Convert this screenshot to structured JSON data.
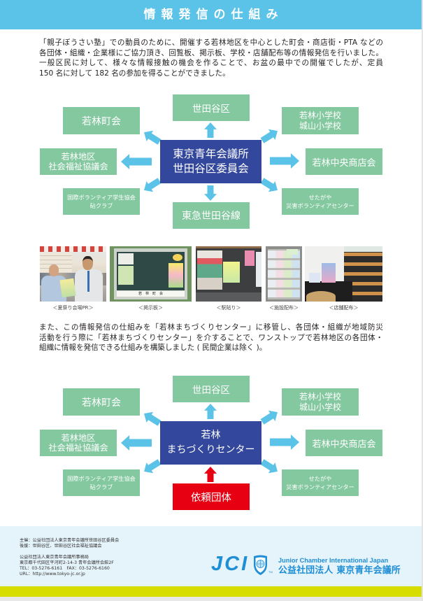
{
  "header": {
    "title": "情報発信の仕組み"
  },
  "intro": {
    "lines": [
      "「親子ぼうさい塾」での動員のために、開催する若林地区を中心とした町会・商店街・PTA などの",
      "各団体・組織・企業様にご協力頂き、回覧板、掲示板、学校・店舗配布等の情報発信を行いました。",
      "一般区民に対して、様々な情報接触の機会を作ることで、お盆の最中での開催でしたが、定員",
      "150 名に対して 182 名の参加を得ることができました。"
    ]
  },
  "diagram_before": {
    "hub": {
      "lines": [
        "東京青年会議所",
        "世田谷区委員会"
      ]
    },
    "nodes": {
      "top": {
        "lines": [
          "世田谷区"
        ]
      },
      "upper_left": {
        "lines": [
          "若林町会"
        ]
      },
      "middle_left": {
        "lines": [
          "若林地区",
          "社会福祉協議会"
        ]
      },
      "lower_left": {
        "lines": [
          "国際ボランティア学生協会",
          "砧クラブ"
        ]
      },
      "upper_right": {
        "lines": [
          "若林小学校",
          "城山小学校"
        ]
      },
      "middle_right": {
        "lines": [
          "若林中央商店会"
        ]
      },
      "lower_right": {
        "lines": [
          "せたがや",
          "災害ボランティアセンター"
        ]
      },
      "bottom": {
        "lines": [
          "東急世田谷線"
        ]
      }
    }
  },
  "photos": [
    {
      "caption": "＜夏祭り会場PR＞"
    },
    {
      "caption": "＜掲示板＞",
      "sign_text": "若　林　町　会"
    },
    {
      "caption": "＜駅貼り＞"
    },
    {
      "caption": "＜施設配布＞"
    },
    {
      "caption": "＜店舗配布＞"
    }
  ],
  "transfer": {
    "lines": [
      "また、この情報発信の仕組みを「若林まちづくりセンター」に移管し、各団体・組織が地域防災",
      "活動を行う際に「若林まちづくりセンター」を介することで、ワンストップで若林地区の各団体・",
      "組織に情報を発信できる仕組みを構築しました ( 民間企業は除く )。"
    ]
  },
  "diagram_after": {
    "hub": {
      "lines": [
        "若林",
        "まちづくりセンター"
      ]
    },
    "nodes": {
      "top": {
        "lines": [
          "世田谷区"
        ]
      },
      "upper_left": {
        "lines": [
          "若林町会"
        ]
      },
      "middle_left": {
        "lines": [
          "若林地区",
          "社会福祉協議会"
        ]
      },
      "lower_left": {
        "lines": [
          "国際ボランティア学生協会",
          "砧クラブ"
        ]
      },
      "upper_right": {
        "lines": [
          "若林小学校",
          "城山小学校"
        ]
      },
      "middle_right": {
        "lines": [
          "若林中央商店会"
        ]
      },
      "lower_right": {
        "lines": [
          "せたがや",
          "災害ボランティアセンター"
        ]
      },
      "bottom": {
        "lines": [
          "依頼団体"
        ]
      }
    }
  },
  "footer": {
    "sponsors": [
      "主催：公益社団法人東京青年会議所世田谷区委員会",
      "後援：世田谷区、世田谷区社会福祉協議会"
    ],
    "office": [
      "公益社団法人東京青年会議所事務局",
      "東京都千代田区平河町2-14-3 青年会議所会館2F",
      "TEL：03-5276-6161　FAX：03-5276-6160",
      "URL：http://www.tokyo-jc.or.jp"
    ],
    "logo": {
      "mark": "JCI",
      "trademark": "TM",
      "name_en": "Junior Chamber International Japan",
      "name_ja": "公益社団法人 東京青年会議所"
    }
  },
  "colors": {
    "header": "#5cc3e8",
    "node": "#84c8a0",
    "hub": "#33489c",
    "arrow": "#5cc3e8",
    "request": "#e60012",
    "footer_bg": "#e5f3fa",
    "strip": "#d7dd00",
    "logo": "#1e8ed6",
    "text": "#231f20"
  }
}
